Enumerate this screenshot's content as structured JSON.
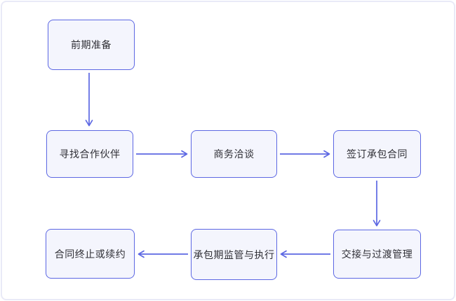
{
  "diagram": {
    "type": "flowchart",
    "nodes": [
      {
        "id": "prep",
        "label": "前期准备"
      },
      {
        "id": "find",
        "label": "寻找合作伙伴"
      },
      {
        "id": "negotiation",
        "label": "商务洽谈"
      },
      {
        "id": "sign",
        "label": "签订承包合同"
      },
      {
        "id": "handover",
        "label": "交接与过渡管理"
      },
      {
        "id": "supervision",
        "label": "承包期监管与执行"
      },
      {
        "id": "termination",
        "label": "合同终止或续约"
      }
    ],
    "edges": [
      {
        "from": "prep",
        "to": "find",
        "direction": "down"
      },
      {
        "from": "find",
        "to": "negotiation",
        "direction": "right"
      },
      {
        "from": "negotiation",
        "to": "sign",
        "direction": "right"
      },
      {
        "from": "sign",
        "to": "handover",
        "direction": "down"
      },
      {
        "from": "handover",
        "to": "supervision",
        "direction": "left"
      },
      {
        "from": "supervision",
        "to": "termination",
        "direction": "left"
      }
    ]
  },
  "colors": {
    "accent": "#5c67e3",
    "node-fill": "#f4f5fd",
    "node-border": "#5c67e3",
    "text": "#2f2f35",
    "frame": "#e9eaf7",
    "background": "#ffffff"
  }
}
